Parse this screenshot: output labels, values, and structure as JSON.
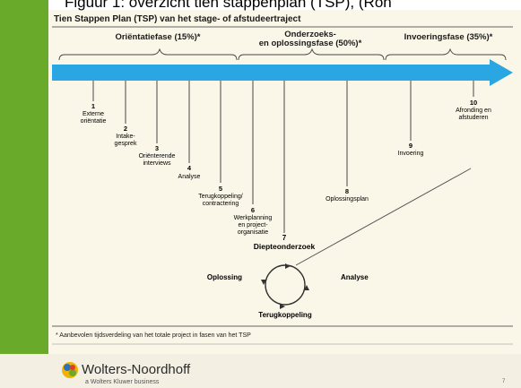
{
  "caption": "Figuur 1: overzicht tien stappenplan (TSP), (Ron",
  "title": "Tien Stappen Plan (TSP) van het stage- of afstudeertraject",
  "phases": [
    {
      "label": "Oriëntatiefase (15%)*"
    },
    {
      "label1": "Onderzoeks-",
      "label2": "en oplossingsfase (50%)*"
    },
    {
      "label": "Invoeringsfase (35%)*"
    }
  ],
  "steps": [
    {
      "num": "1",
      "lines": [
        "Externe",
        "oriëntatie"
      ]
    },
    {
      "num": "2",
      "lines": [
        "Intake-",
        "gesprek"
      ]
    },
    {
      "num": "3",
      "lines": [
        "Oriënterende",
        "interviews"
      ]
    },
    {
      "num": "4",
      "lines": [
        "Analyse"
      ]
    },
    {
      "num": "5",
      "lines": [
        "Terugkoppeling/",
        "contractering"
      ]
    },
    {
      "num": "6",
      "lines": [
        "Werkplanning",
        "en project-",
        "organisatie"
      ]
    },
    {
      "num": "7",
      "lines": [
        "Diepteonderzoek"
      ]
    },
    {
      "num": "8",
      "lines": [
        "Oplossingsplan"
      ]
    },
    {
      "num": "9",
      "lines": [
        "Invoering"
      ]
    },
    {
      "num": "10",
      "lines": [
        "Afronding en",
        "afstuderen"
      ]
    }
  ],
  "cycle": {
    "top": "Diepteonderzoek",
    "left": "Oplossing",
    "right": "Analyse",
    "bottom": "Terugkoppeling"
  },
  "footnote": "* Aanbevolen tijdsverdeling van het totale project in fasen van het TSP",
  "brand": {
    "name": "Wolters-Noordhoff",
    "tagline": "a Wolters Kluwer business"
  },
  "page_number": "7",
  "colors": {
    "arrow": "#2aa6e3",
    "green": "#6aaa2b",
    "panel": "#fbf7e8"
  }
}
